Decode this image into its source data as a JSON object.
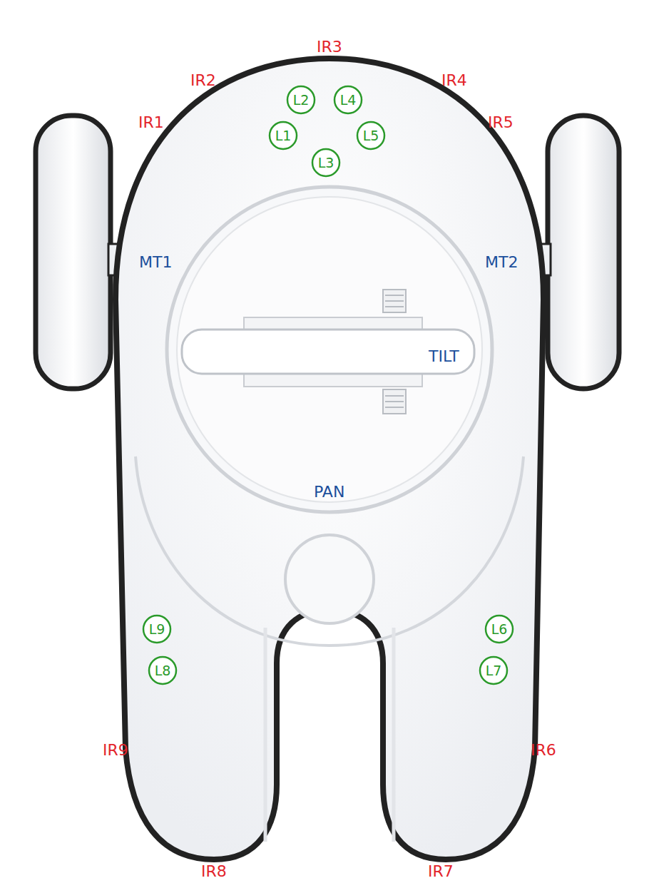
{
  "diagram": {
    "nodes": [
      {
        "text": [
          "L2"
        ]
      },
      {
        "text": [
          "L4"
        ]
      },
      {
        "text": [
          "L1"
        ]
      },
      {
        "text": [
          "L5"
        ]
      },
      {
        "text": [
          "L3"
        ]
      },
      {
        "text": [
          "L9"
        ]
      },
      {
        "text": [
          "L6"
        ]
      },
      {
        "text": [
          "L8"
        ]
      },
      {
        "text": [
          "L7"
        ]
      }
    ],
    "labels": [
      "IR3",
      "IR2",
      "IR4",
      "IR1",
      "IR5",
      "MT1",
      "MT2",
      "TILT",
      "PAN",
      "IR9",
      "IR6",
      "IR8",
      "IR7"
    ]
  }
}
